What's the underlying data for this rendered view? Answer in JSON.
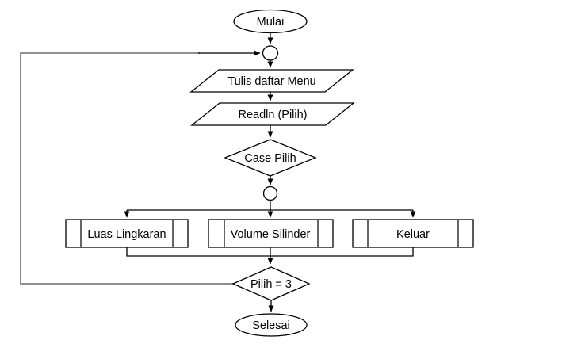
{
  "diagram": {
    "kind": "flowchart",
    "colors": {
      "background": "#ffffff",
      "shape_fill": "#ffffff",
      "shape_border": "#000000",
      "text": "#000000",
      "loop_line": "#808080"
    },
    "nodes": {
      "start": {
        "type": "terminator",
        "label": "Mulai"
      },
      "junction_top": {
        "type": "connector-circle",
        "label": ""
      },
      "io_menu": {
        "type": "input-output",
        "label": "Tulis daftar Menu"
      },
      "io_read": {
        "type": "input-output",
        "label": "Readln (Pilih)"
      },
      "decision_case": {
        "type": "decision",
        "label": "Case Pilih"
      },
      "junction_branch": {
        "type": "connector-circle",
        "label": ""
      },
      "process_luas": {
        "type": "predefined-process",
        "label": "Luas Lingkaran"
      },
      "process_volume": {
        "type": "predefined-process",
        "label": "Volume Silinder"
      },
      "process_keluar": {
        "type": "predefined-process",
        "label": "Keluar"
      },
      "decision_loop": {
        "type": "decision",
        "label": "Pilih = 3"
      },
      "end": {
        "type": "terminator",
        "label": "Selesai"
      }
    }
  }
}
